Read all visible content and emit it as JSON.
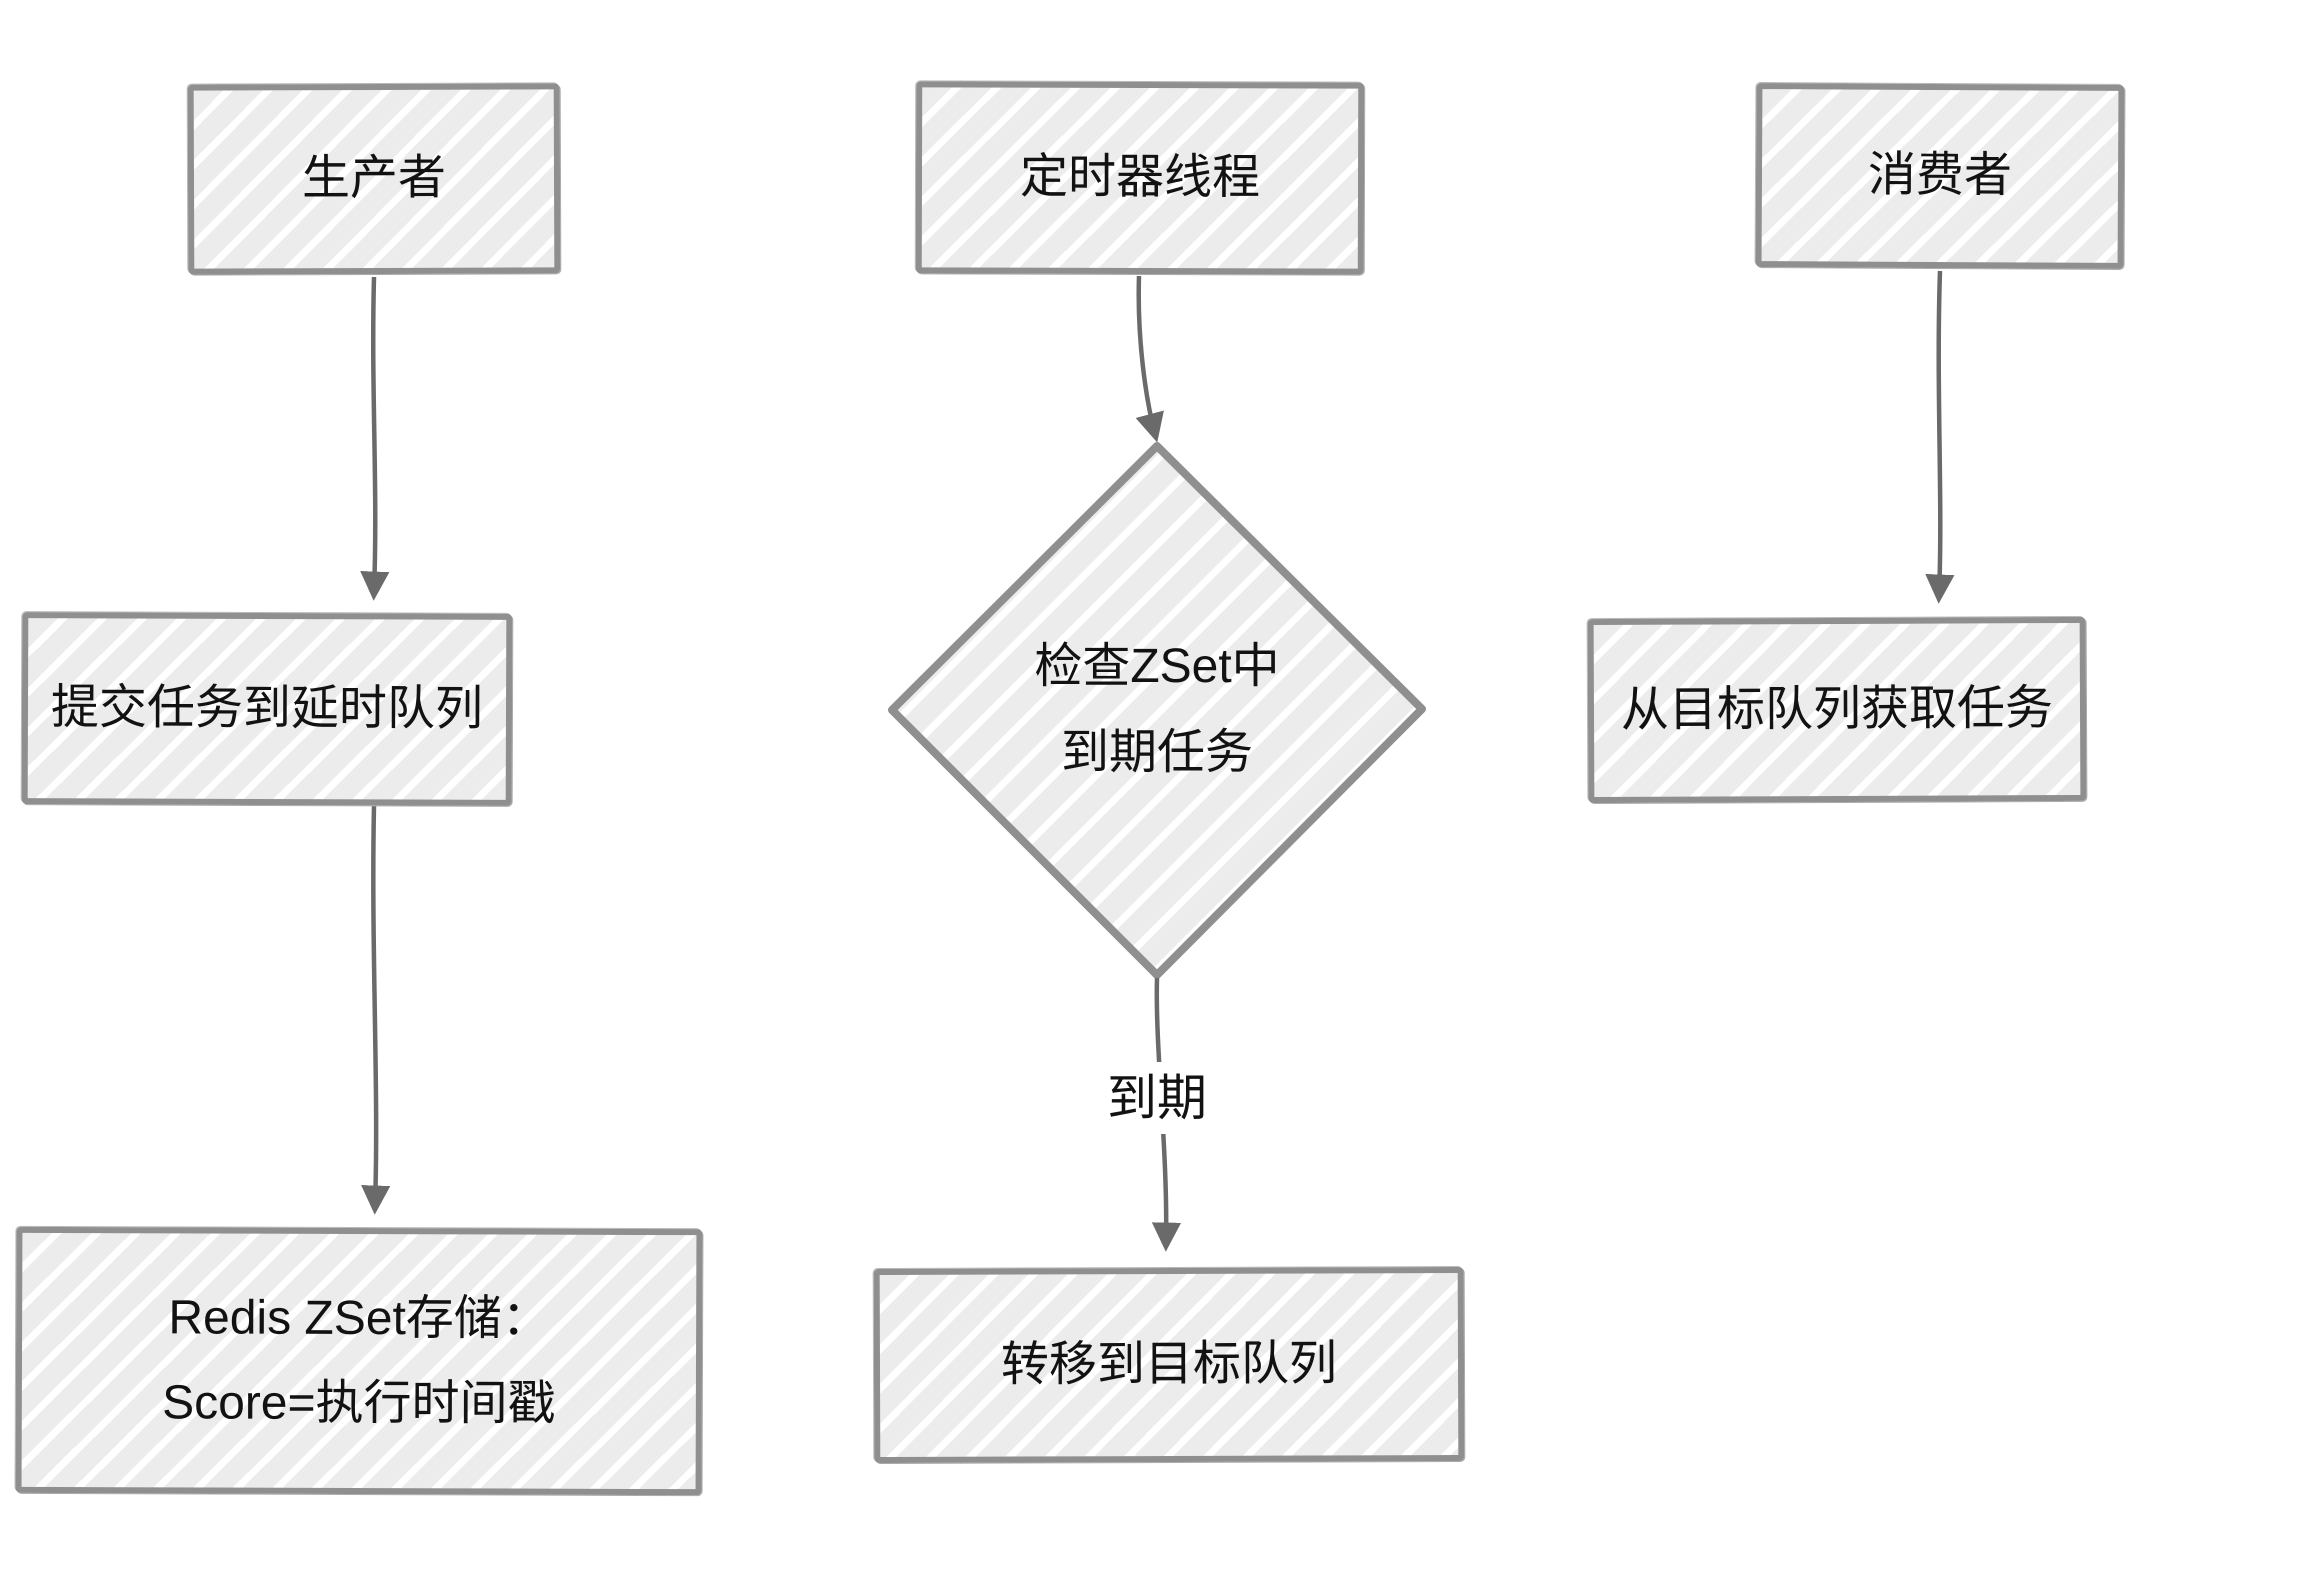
{
  "nodes": {
    "producer": {
      "label": "生产者"
    },
    "timer": {
      "label": "定时器线程"
    },
    "consumer": {
      "label": "消费者"
    },
    "submit_task": {
      "label": "提交任务到延时队列"
    },
    "check_zset": {
      "line1": "检查ZSet中",
      "line2": "到期任务"
    },
    "fetch_task": {
      "label": "从目标队列获取任务"
    },
    "redis_zset": {
      "line1": "Redis ZSet存储：",
      "line2": "Score=执行时间戳"
    },
    "transfer_queue": {
      "label": "转移到目标队列"
    }
  },
  "edge_labels": {
    "due": "到期"
  },
  "colors": {
    "background": "#ffffff",
    "node_border": "#8f8f8f",
    "node_fill": "#ececec",
    "node_hatch": "#ffffff",
    "arrow": "#6a6a6a",
    "text": "#121212"
  }
}
